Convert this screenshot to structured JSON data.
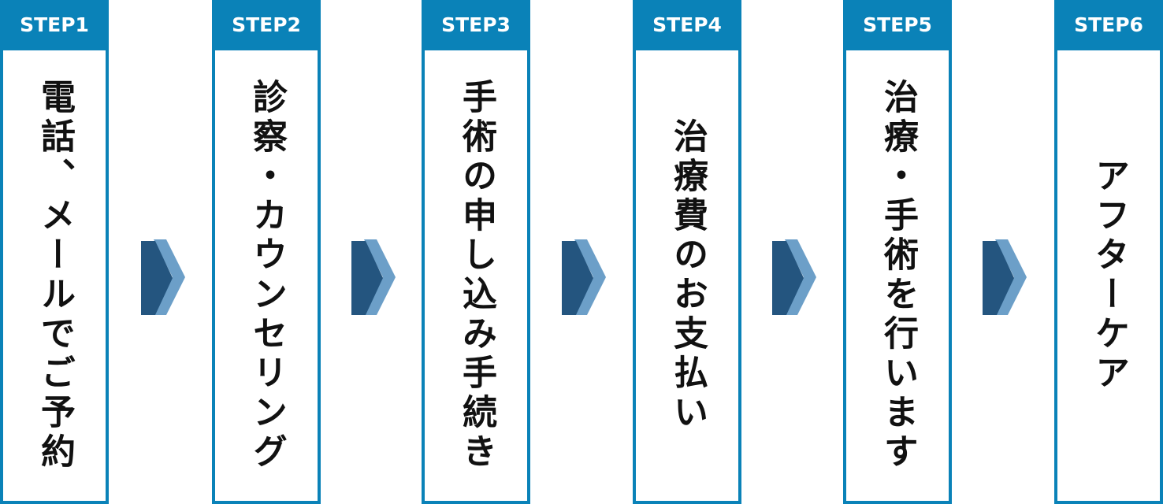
{
  "steps": [
    {
      "label": "STEP1",
      "text": "電話、メールでご予約"
    },
    {
      "label": "STEP2",
      "text": "診察・カウンセリング"
    },
    {
      "label": "STEP3",
      "text": "手術の申し込み手続き"
    },
    {
      "label": "STEP4",
      "text": "治療費のお支払い"
    },
    {
      "label": "STEP5",
      "text": "治療・手術を行います"
    },
    {
      "label": "STEP6",
      "text": "アフターケア"
    }
  ],
  "colors": {
    "accent": "#0a82b8",
    "arrow_front": "#24557f",
    "arrow_back": "#6c9fc8"
  }
}
